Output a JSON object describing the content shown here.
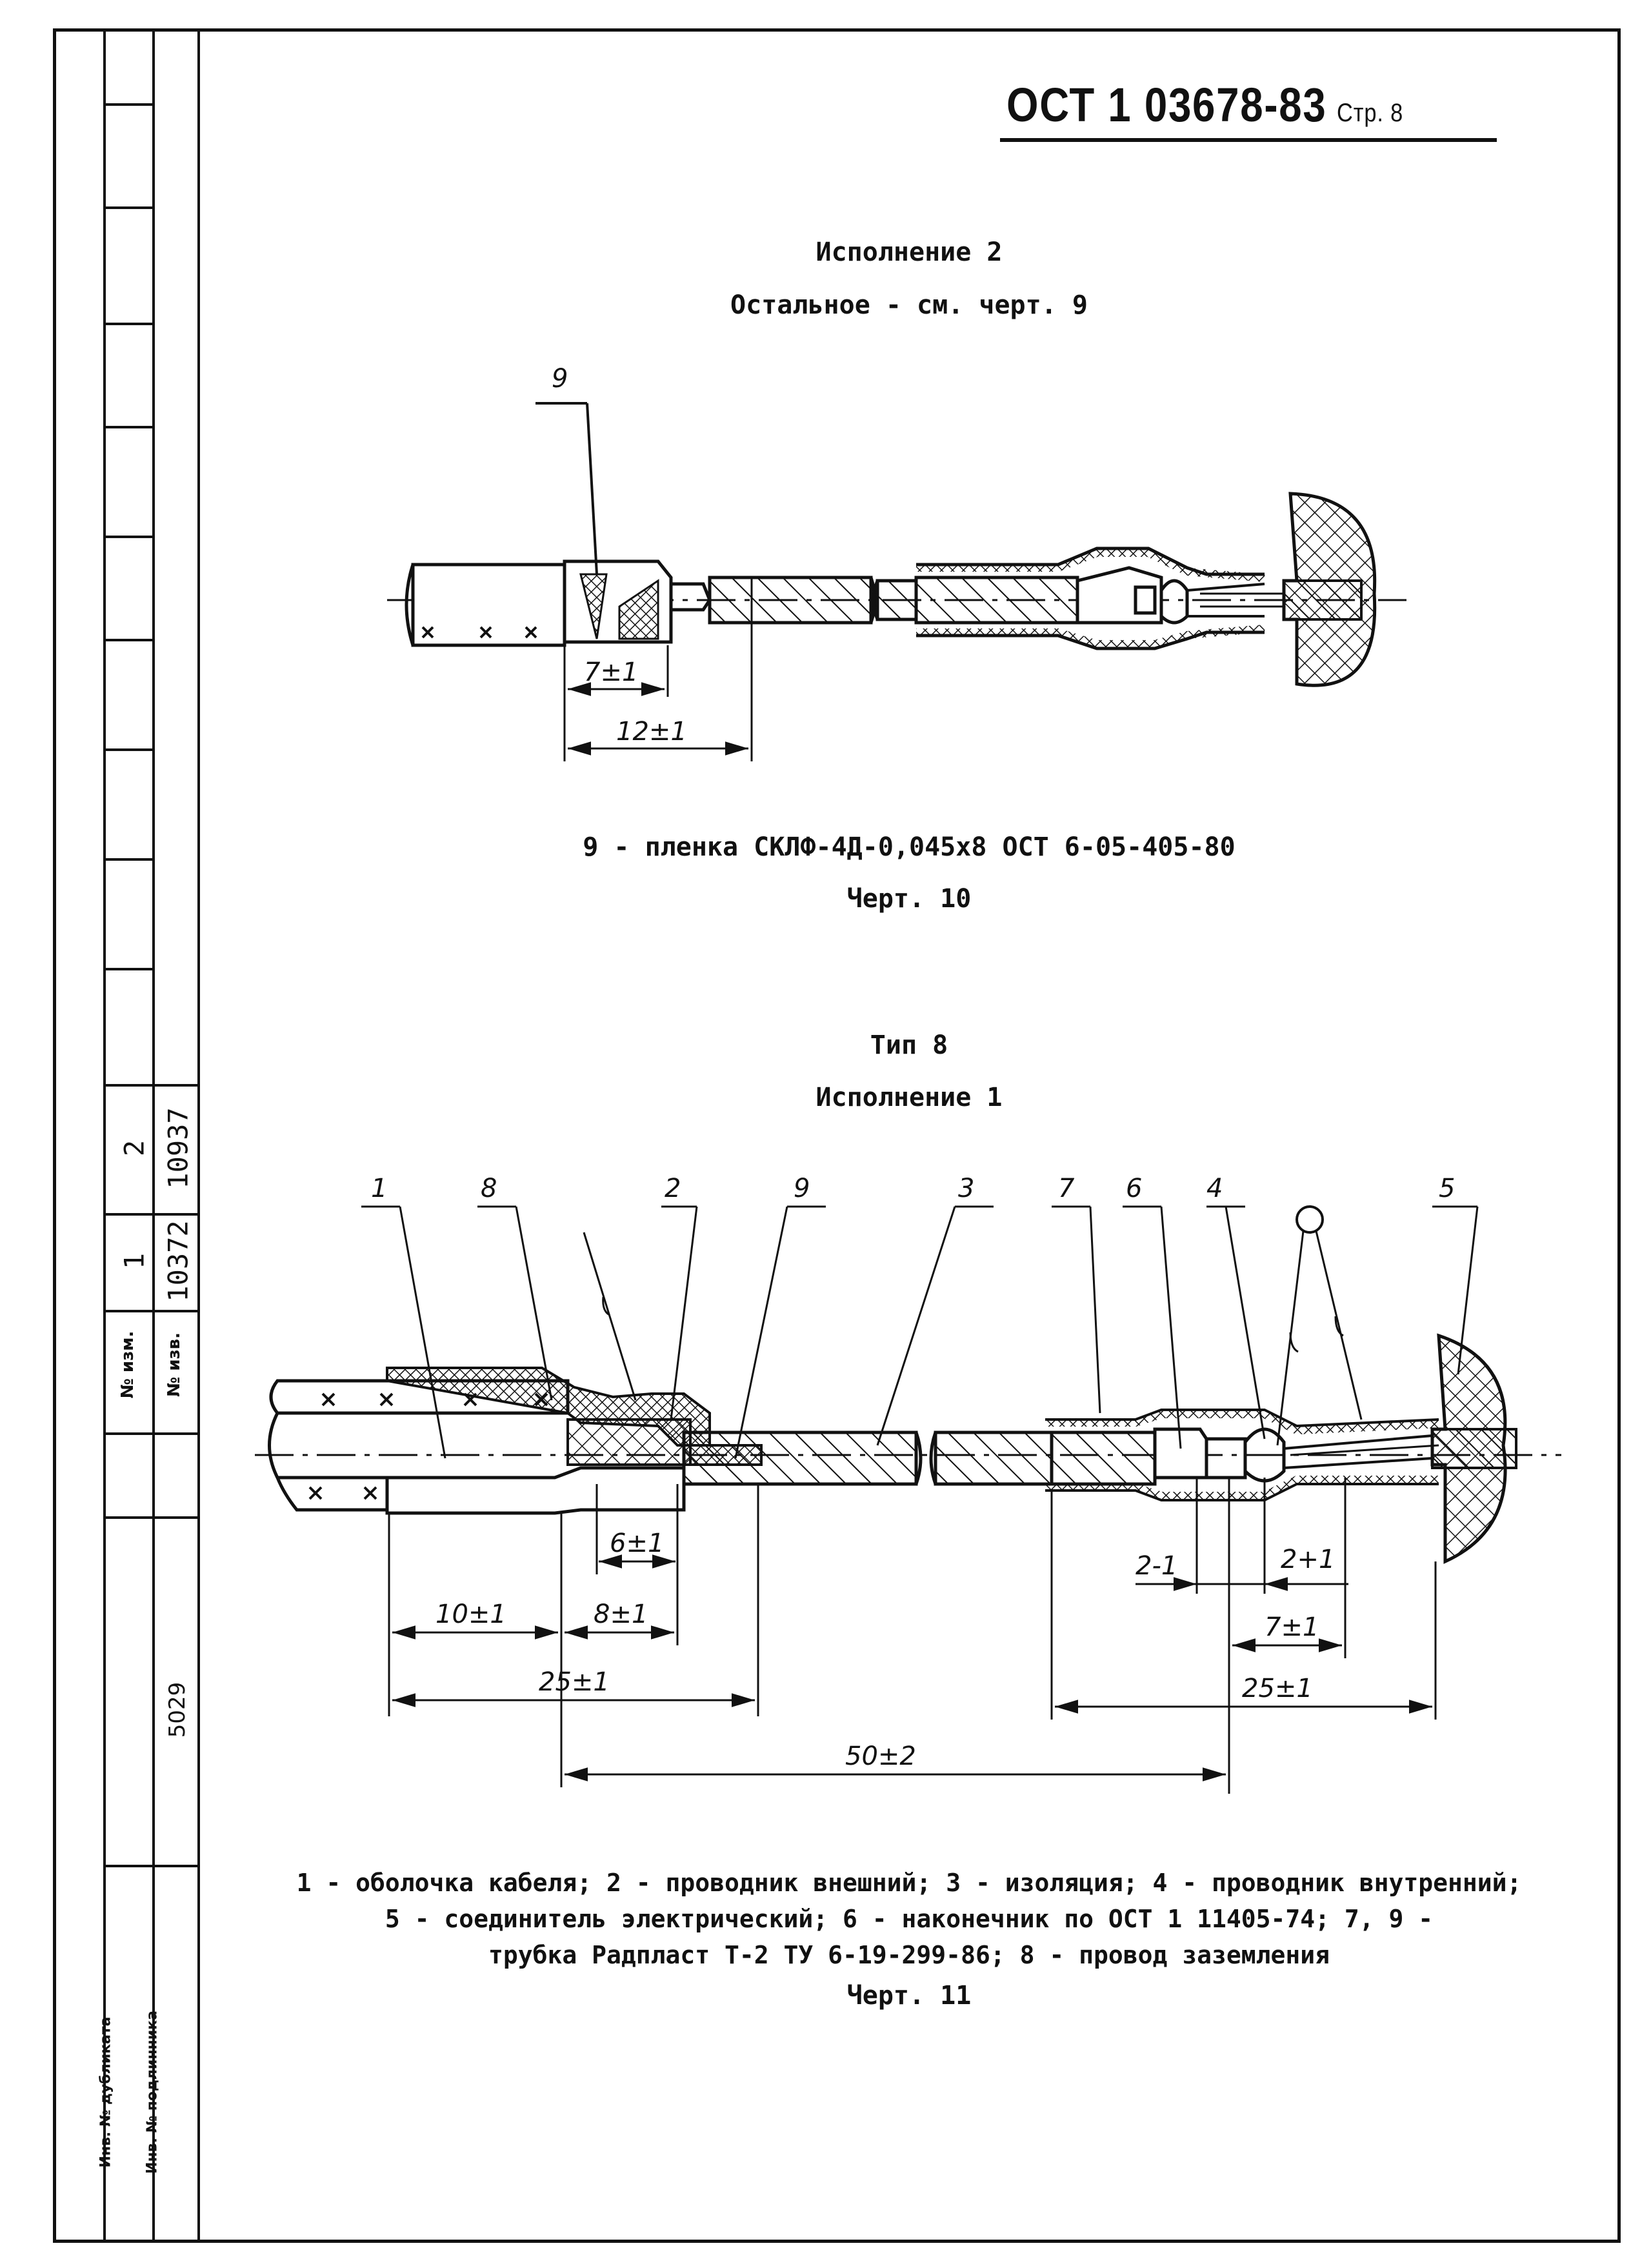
{
  "header": {
    "doc_number": "ОСТ 1 03678-83",
    "page_label": "Стр. 8"
  },
  "side_table": {
    "rev_no_label": "№ изм.",
    "rev_doc_label": "№ изв.",
    "col1": "1",
    "col2": "2",
    "doc1": "10372",
    "doc2": "10937",
    "inv_number": "5029",
    "dup_label": "Инв. № дубликата",
    "orig_label": "Инв. № подлинника"
  },
  "drawing10": {
    "variant": "Исполнение 2",
    "rest_note": "Остальное - см. черт. 9",
    "callout": "9",
    "dim1": "7±1",
    "dim2": "12±1",
    "note": "9 - пленка СКЛФ-4Д-0,045х8 ОСТ 6-05-405-80",
    "caption": "Черт. 10"
  },
  "drawing11": {
    "type": "Тип 8",
    "variant": "Исполнение 1",
    "callouts": [
      "1",
      "8",
      "2",
      "9",
      "3",
      "7",
      "6",
      "4",
      "5"
    ],
    "dims": {
      "d10": "10±1",
      "d8": "8±1",
      "d6": "6±1",
      "d25a": "25±1",
      "d50": "50±2",
      "d2m": "2-1",
      "d2p": "2+1",
      "d7": "7±1",
      "d25b": "25±1"
    },
    "legend_lines": [
      "1 - оболочка кабеля; 2 - проводник внешний; 3 - изоляция; 4 - проводник внутренний;",
      "5 - соединитель электрический; 6 - наконечник по ОСТ 1 11405-74; 7, 9 -",
      "трубка Радпласт Т-2 ТУ 6-19-299-86; 8 - провод заземления"
    ],
    "caption": "Черт. 11"
  }
}
